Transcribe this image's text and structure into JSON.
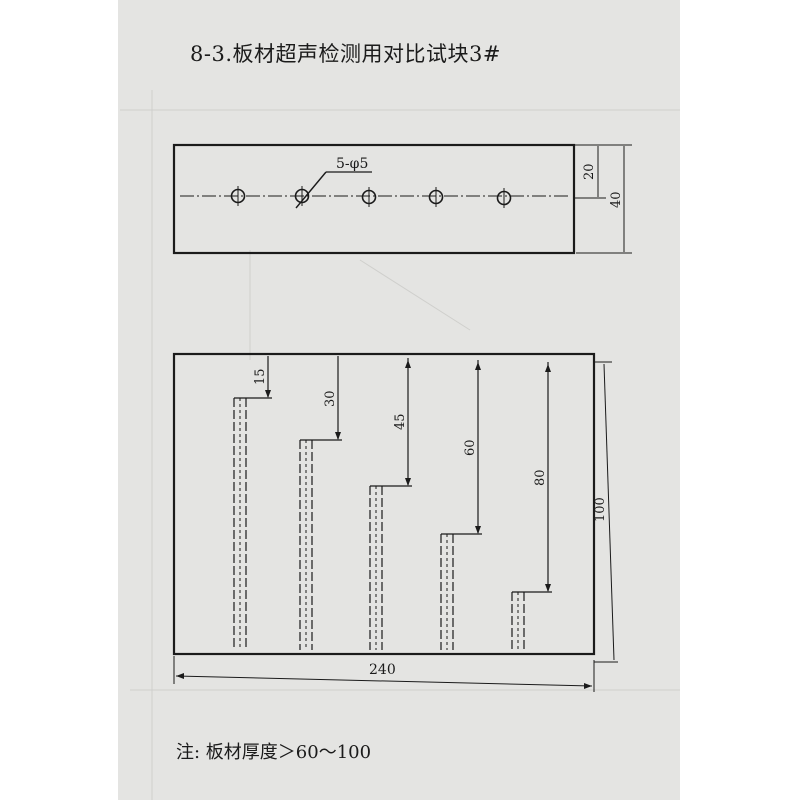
{
  "title": "8-3.板材超声检测用对比试块3#",
  "note": "注: 板材厚度＞60～100",
  "top_view": {
    "hole_label": "5-φ5",
    "dim_right_inner": "20",
    "dim_right_outer": "40"
  },
  "side_view": {
    "depths": [
      "15",
      "30",
      "45",
      "60",
      "80"
    ],
    "height": "100",
    "width": "240"
  }
}
